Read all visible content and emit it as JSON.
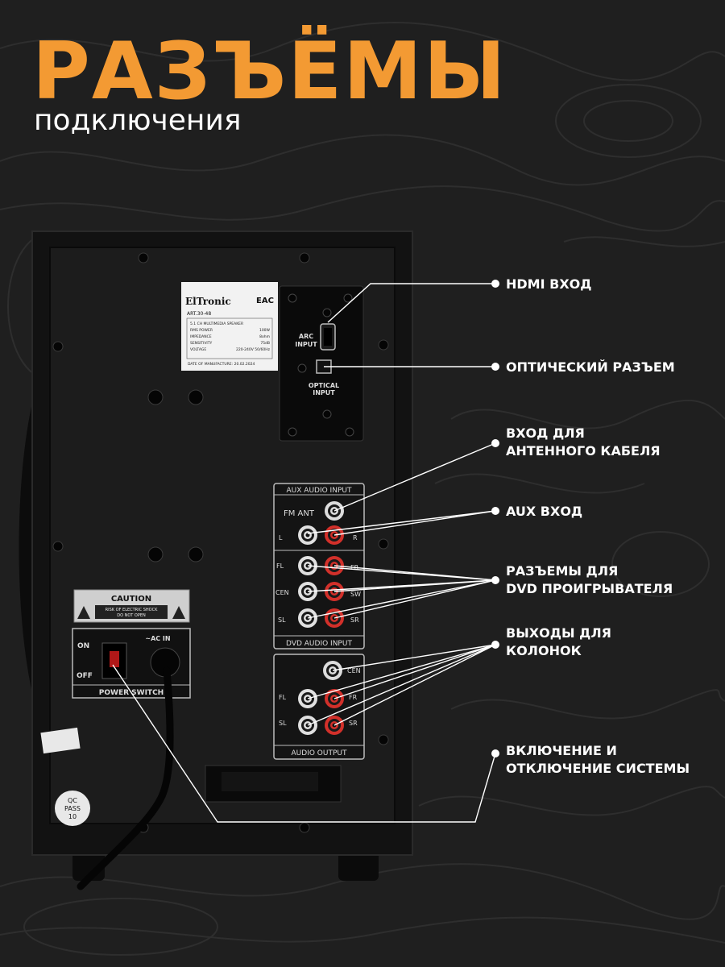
{
  "header": {
    "title": "РАЗЪЁМЫ",
    "subtitle": "подключения"
  },
  "colors": {
    "accent": "#f39a33",
    "background": "#1f1f1f",
    "text": "#ffffff"
  },
  "device": {
    "brand": "ElTronic",
    "eac_mark": "EAC",
    "art": "ART.30-48",
    "spec_title": "5.1 CH MULTIMEDIA SPEAKER",
    "spec_rows": [
      {
        "k": "RMS POWER",
        "v": "100W"
      },
      {
        "k": "IMPEDANCE",
        "v": "8ohm"
      },
      {
        "k": "SENSITIVITY",
        "v": "75dB"
      },
      {
        "k": "VOLTAGE",
        "v": "220-240V 50/60Hz"
      }
    ],
    "date_label": "DATE OF MANUFACTURE: 20.02.2024",
    "arc_input": [
      "ARC",
      "INPUT"
    ],
    "optical_input": [
      "OPTICAL",
      "INPUT"
    ],
    "aux_audio_input": "AUX AUDIO INPUT",
    "fm_ant": "FM ANT",
    "aux_l": "L",
    "aux_r": "R",
    "dvd_labels": {
      "fl": "FL",
      "fr": "FR",
      "cen": "CEN",
      "sw": "SW",
      "sl": "SL",
      "sr": "SR"
    },
    "dvd_audio_input": "DVD AUDIO INPUT",
    "out_labels": {
      "cen": "CEN",
      "fl": "FL",
      "fr": "FR",
      "sl": "SL",
      "sr": "SR"
    },
    "audio_output": "AUDIO OUTPUT",
    "caution_title": "CAUTION",
    "caution_line1": "RISK OF ELECTRIC SHOCK",
    "caution_line2": "DO NOT OPEN",
    "on_label": "ON",
    "off_label": "OFF",
    "ac_in": "~AC IN",
    "power_switch": "POWER SWITCH",
    "qc": [
      "QC",
      "PASS",
      "10"
    ]
  },
  "callouts": [
    {
      "id": "hdmi",
      "lines": [
        "HDMI ВХОД"
      ]
    },
    {
      "id": "optical",
      "lines": [
        "ОПТИЧЕСКИЙ РАЗЪЕМ"
      ]
    },
    {
      "id": "antenna",
      "lines": [
        "ВХОД ДЛЯ",
        "АНТЕННОГО КАБЕЛЯ"
      ]
    },
    {
      "id": "aux",
      "lines": [
        "AUX ВХОД"
      ]
    },
    {
      "id": "dvd",
      "lines": [
        "РАЗЪЕМЫ ДЛЯ",
        "DVD ПРОИГРЫВАТЕЛЯ"
      ]
    },
    {
      "id": "outputs",
      "lines": [
        "ВЫХОДЫ ДЛЯ",
        "КОЛОНОК"
      ]
    },
    {
      "id": "power",
      "lines": [
        "ВКЛЮЧЕНИЕ И",
        "ОТКЛЮЧЕНИЕ СИСТЕМЫ"
      ]
    }
  ]
}
